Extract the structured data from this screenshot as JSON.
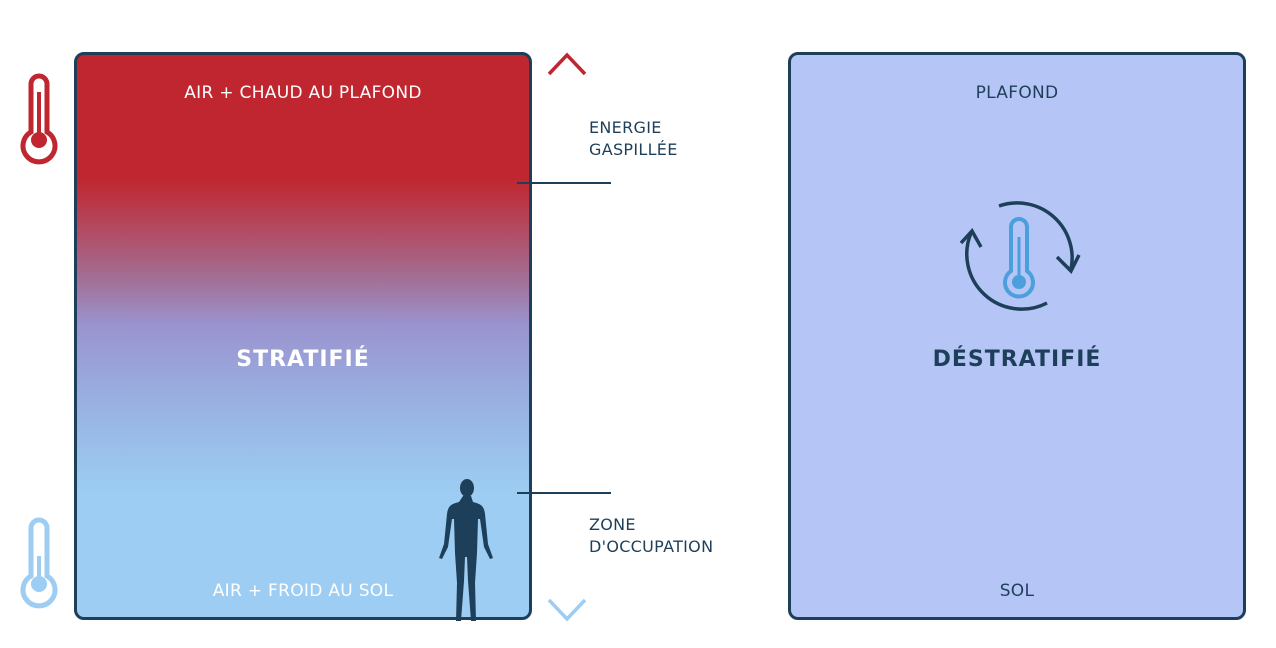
{
  "left_panel": {
    "top_label": "AIR + CHAUD AU PLAFOND",
    "title": "STRATIFIÉ",
    "bottom_label": "AIR + FROID AU SOL"
  },
  "arrow_labels": {
    "upper": [
      "ENERGIE",
      "GASPILLÉE"
    ],
    "lower": [
      "ZONE",
      "D'OCCUPATION"
    ]
  },
  "right_panel": {
    "top_label": "PLAFOND",
    "title": "DÉSTRATIFIÉ",
    "bottom_label": "SOL"
  },
  "colors": {
    "hot": "#c0262f",
    "cold": "#9dcdf2",
    "dark": "#1e3f5a",
    "destratified_bg": "#b5c6f6",
    "thermo_blue": "#4a9fdc"
  }
}
